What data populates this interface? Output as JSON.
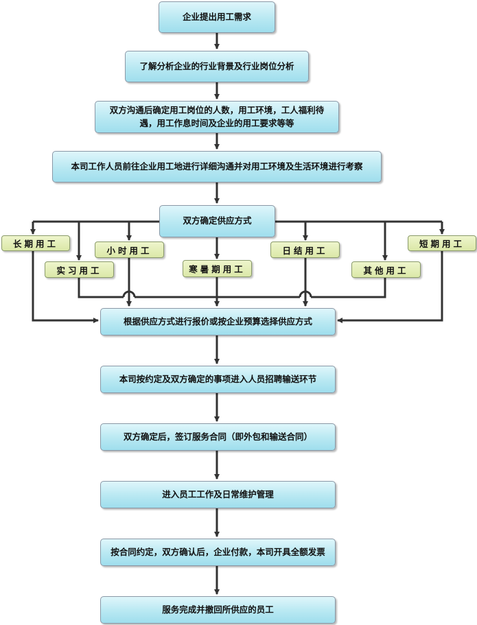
{
  "steps": [
    "企业提出用工需求",
    "了解分析企业的行业背景及行业岗位分析",
    "双方沟通后确定用工岗位的人数，用工环境，工人福利待遇，用工作息时间及企业的用工要求等等",
    "本司工作人员前往企业用工地进行详细沟通并对用工环境及生活环境进行考察",
    "双方确定供应方式",
    "根据供应方式进行报价或按企业预算选择供应方式",
    "本司按约定及双方确定的事项进入人员招聘输送环节",
    "双方确定后，签订服务合同（即外包和输送合同）",
    "进入员工工作及日常维护管理",
    "按合同约定，双方确认后，企业付款，本司开具全额发票",
    "服务完成并撤回所供应的员工"
  ],
  "supply_modes": [
    "长期用工",
    "实习用工",
    "小时用工",
    "寒暑期用工",
    "日结用工",
    "其他用工",
    "短期用工"
  ],
  "colors": {
    "step_fill": "#b8e8f2",
    "mode_fill": "#dbe8a8",
    "connector": "#333333"
  }
}
